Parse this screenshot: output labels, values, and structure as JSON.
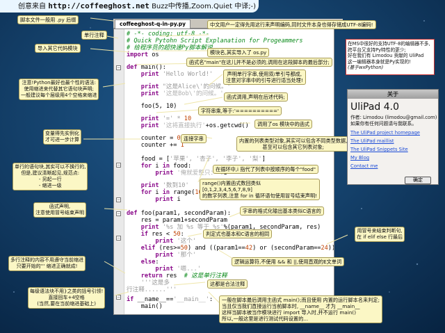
{
  "header": {
    "prefix": "创意来自 ",
    "url": "http://coffeeghost.net",
    "suffix": " Buzz中传播,Zoom.Quiet 中译;-)"
  },
  "tab": {
    "label": "coffeeghost-q-in-py.py",
    "close": "×"
  },
  "code": {
    "l01": "# -*- coding: utf-8 -*-",
    "l02": "# Quick Pytohn Script Explanation for Progeammers",
    "l03": "# 给程序员的超快速Py脚本解说",
    "l04a": "import",
    "l04b": " os",
    "l06a": "def",
    "l06b": " main():",
    "l07a": "    print",
    "l07b": " 'Hello World!'",
    "l09a": "    print",
    "l09b": " \"这是Alice\\'的问候。\"",
    "l10a": "    print",
    "l10b": " '这是Bob\\'的问候。'",
    "l12": "    foo(5, 10)",
    "l14a": "    print",
    "l14b": " '=' * ",
    "l14c": "10",
    "l15a": "    print",
    "l15b": " '这将直接执行'",
    "l15c": "+os.getcwd()",
    "l17a": "    counter = ",
    "l17b": "0",
    "l18a": "    counter += ",
    "l18b": "1",
    "l20a": "    food = [",
    "l20b": "'苹果', '杏子', '李子', '梨'",
    "l20c": "]",
    "l21a": "    for",
    "l21b": " i ",
    "l21c": "in",
    "l21d": " food:",
    "l22a": "        print",
    "l22b": " '俺就爱整只：'",
    "l22c": "+i",
    "l24a": "    print",
    "l24b": " '数到10'",
    "l25a": "    for",
    "l25b": " i ",
    "l25c": "in",
    "l25d": " range(",
    "l25e": "10",
    "l25f": "):",
    "l26a": "        print",
    "l26b": " i",
    "l28a": "def",
    "l28b": " foo(param1, secondParam):",
    "l29": "    res = param1+secondParam",
    "l30a": "    print",
    "l30b": " '%s 加 %s 等于 %s'",
    "l30c": "%(param1, secondParam, res)",
    "l31a": "    if",
    "l31b": " res < ",
    "l31c": "50",
    "l31d": ":",
    "l32a": "        print",
    "l32b": " '这个'",
    "l33a": "    elif",
    "l33b": " (res>=",
    "l33c": "50",
    "l33d": ") and ((param1==",
    "l33e": "42",
    "l33f": ") or (secondParam==",
    "l33g": "24",
    "l33h": ")):",
    "l34a": "        print",
    "l34b": " '那个'",
    "l35a": "    else",
    "l35b": ":",
    "l36a": "        print",
    "l36b": " '嗯...'",
    "l37a": "    return",
    "l37b": " res  ",
    "l37c": "# 这是单行注释",
    "l38": "    '''这是多",
    "l39": "行注释......'''",
    "l41a": "if",
    "l41b": " __name__==",
    "l41c": "'__main__'",
    "l41d": ":",
    "l42": "    main()"
  },
  "callouts": {
    "c_ext": "脚本文件一般用 .py 后缀",
    "c_single": "单行注释",
    "c_import": "导入其它代码模块",
    "c_coding": "中文用户一定得先用这行来声明编码,同时文件本身也得存储成UTF-8编码!",
    "c_module": "模块名,其实导入了 os.py",
    "c_main": "函式名\"main\"在这儿并不是必须的,调用在这段脚本的最后部分;",
    "c_indent1": "注意!Python最好也最个性的语法:",
    "c_indent2": "使用缩进来代替其它语句块声明;",
    "c_indent3": "一般建议每个层级用4个空格来缩进",
    "c_print1": "声明单行字串,使用双/单引号都成,",
    "c_print2": "注意对字串中的引号进行适当处理!",
    "c_call": "函式调用,声明在后述代码;",
    "c_strmul": "字符串乘,等于:'=========='",
    "c_getcwd": "调用了os 模块中的函式",
    "c_var1": "变量得先实例化",
    "c_var2": "才可进一步计算",
    "c_concat": "连接字串",
    "c_list1": "内置的列表类型对象,其实可以包含不同类型数据,",
    "c_list2": "甚至可以包含其它列表对象;",
    "c_block1": "单行的语句块,其实可以不换行的,",
    "c_block2": "但是,建议清晰起见,规范点:",
    "c_block3": "- 另起一行",
    "c_block4": "- 缩进一级",
    "c_loop": "在循环中,i 指代了列表中按顺序的每个\"food\"",
    "c_range1": "range()内置函式数回类似",
    "c_range2": "[0,1,2,3,4,5,6,7,8,9]",
    "c_range3": "的数字列表,注意 for in 循环语句使用冒号结束声明!",
    "c_def1": "函式声明,",
    "c_def2": "注意使用冒号结束声明",
    "c_fmt": "字串的格式化输出基本类似C语言的",
    "c_cond": "判定式也基本和C语言的相同",
    "c_colon1": "用冒号来结束判断句,",
    "c_colon2": "在 if elif else 行最后",
    "c_logic": "逻辑运算符,不使用 && 和 ||,使用直观的E文单词",
    "c_multi1": "多行注释的内容不用遵守当前缩进",
    "c_multi2": "只要开始的''' 缩进正确就成!",
    "c_multi3": "这都是合法注释",
    "c_tail1": "每级语法块不用}之类的括号引领!",
    "c_tail2": "直接回车+4空格",
    "c_tail3": "(当然,要在当前缩进基础上)",
    "c_final1": "一般在脚本最后调用主函式 main();而且使用 内置的运行脚本名来判定;",
    "c_final2": "当且仅当我们直接运行当前脚本时, __name__ 才为 __main__",
    "c_final3": "这样当脚本被当作模块进行 import 导入时,并不运行 main()",
    "c_final4": "所以,一般这里是进行测试代码设置的..."
  },
  "rightnote": {
    "l1": "在MS中很好的支持UTF-8的编辑器不多,",
    "l2": "跨平台又支持Py特性的更少;",
    "l3": "好在我们有 Limodou 贡献的 UliPad",
    "l4": "这一编辑器本身就是Py实现的!",
    "l5": "(基于wxPython)"
  },
  "about": {
    "title": "关于",
    "name": "UliPad 4.0",
    "author": "作者: Limodou (limodou@gmail.com)",
    "question": "如果你有任何问题请与我联系。",
    "links": [
      "The UliPad project homepage",
      "The UliPad maillist",
      "The UliPad Snippets Site",
      "My Blog",
      "Contact me"
    ],
    "ok": "确定"
  },
  "colors": {
    "background": "#0d2f55",
    "callout": "#fbf7c5",
    "arrow": "#e8dfa0",
    "accent_red": "#cc3333"
  }
}
